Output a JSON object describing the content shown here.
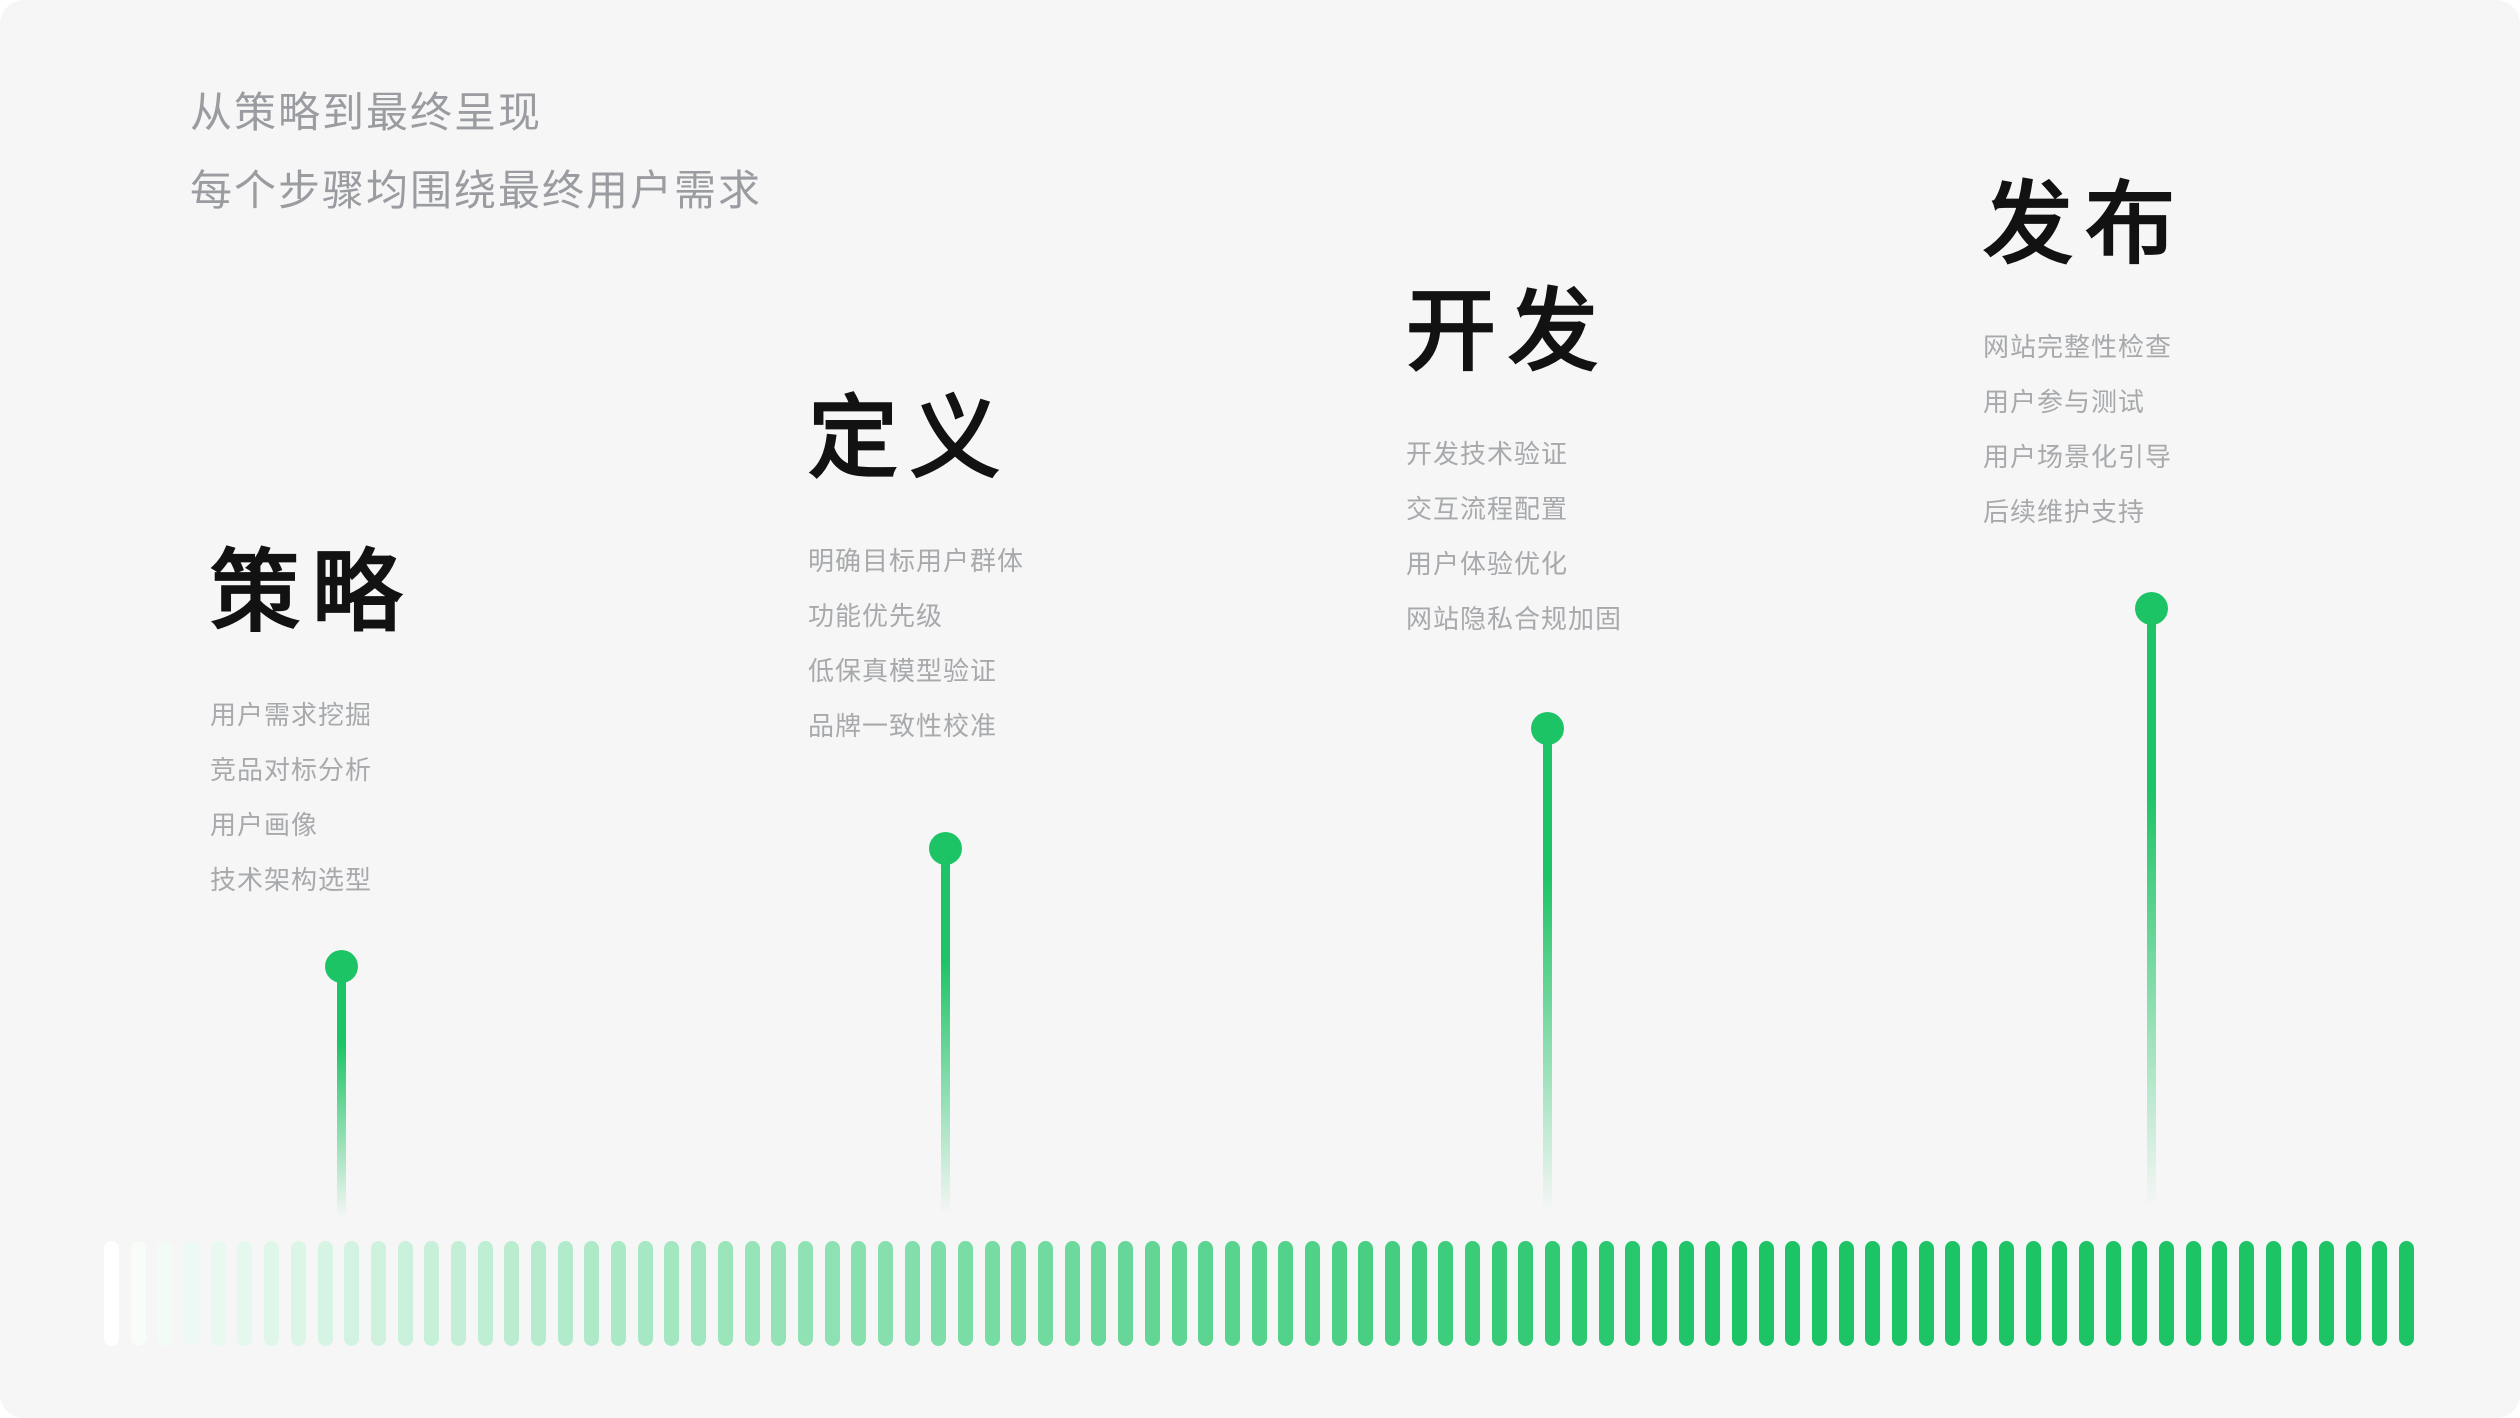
{
  "page": {
    "background": "#f5f6f5",
    "accent_green": "#1dc466"
  },
  "header": {
    "subtitle_line1": "从策略到最终呈现",
    "subtitle_line2": "每个步骤均围绕最终用户需求"
  },
  "stages": [
    {
      "title": "策略",
      "items": [
        "用户需求挖掘",
        "竞品对标分析",
        "用户画像",
        "技术架构选型"
      ]
    },
    {
      "title": "定义",
      "items": [
        "明确目标用户群体",
        "功能优先级",
        "低保真模型验证",
        "品牌一致性校准"
      ]
    },
    {
      "title": "开发",
      "items": [
        "开发技术验证",
        "交互流程配置",
        "用户体验优化",
        "网站隐私合规加固"
      ]
    },
    {
      "title": "发布",
      "items": [
        "网站完整性检查",
        "用户参与测试",
        "用户场景化引导",
        "后续维护支持"
      ]
    }
  ],
  "timeline": {
    "bar_count": 87,
    "start_color": "#ffffff",
    "end_color": "#1dc466",
    "full_at": 0.7,
    "ease": 0.85
  }
}
